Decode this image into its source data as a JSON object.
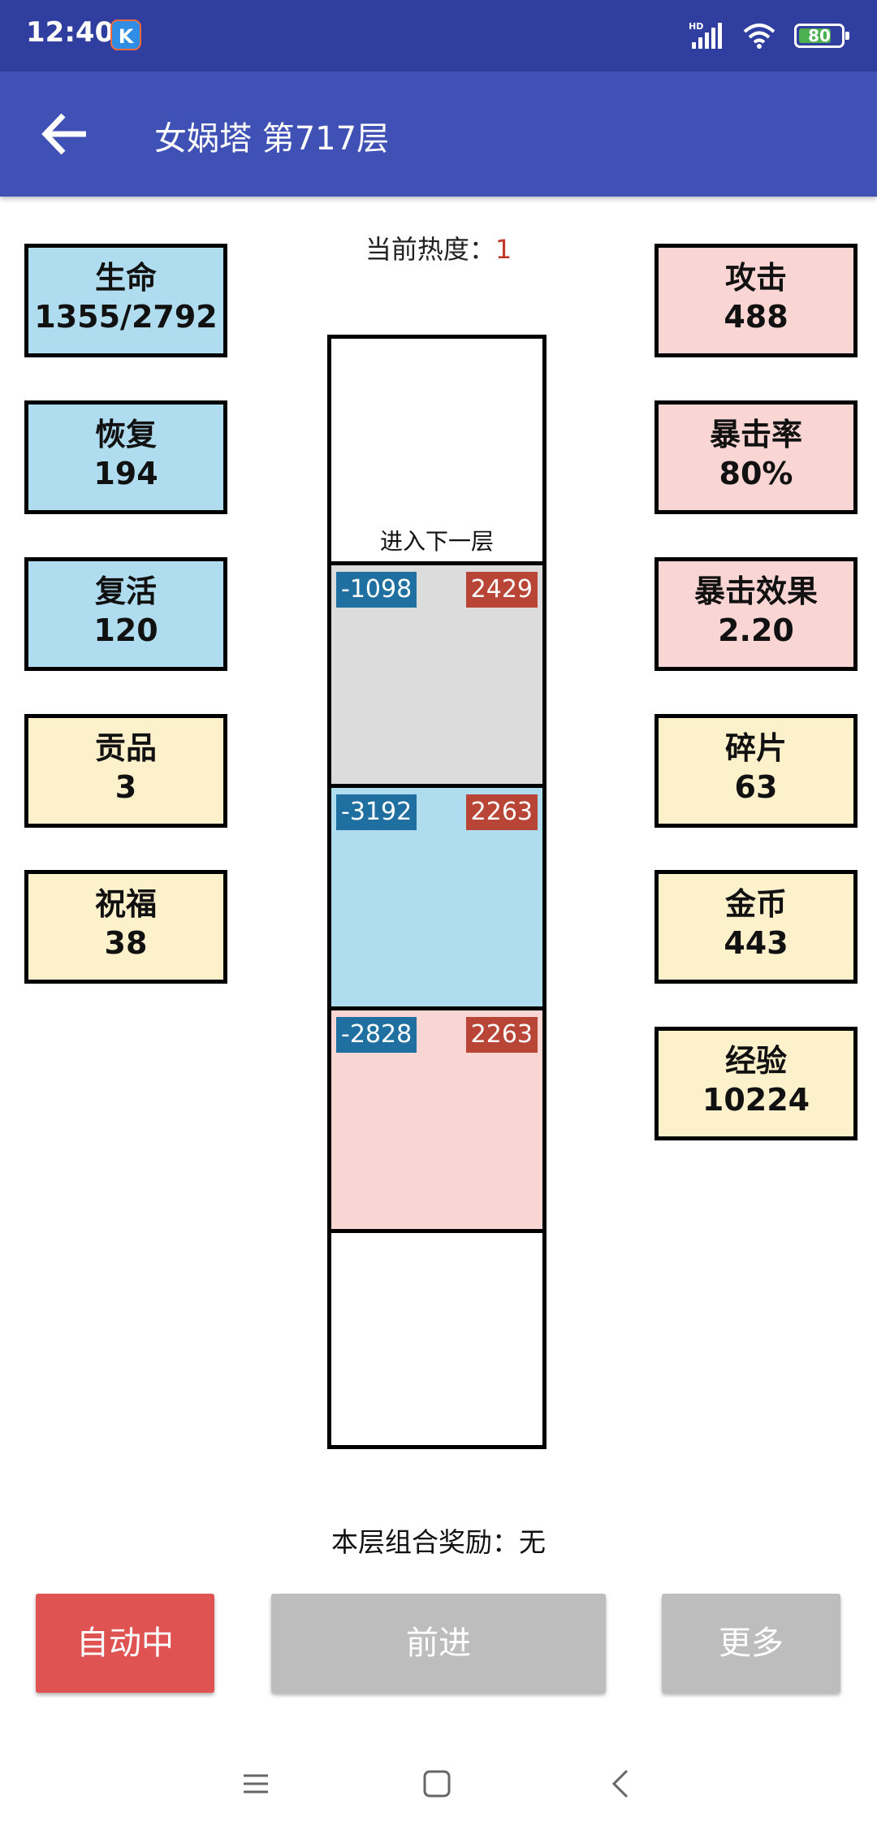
{
  "status": {
    "time": "12:40",
    "app_badge": "K",
    "network": "HD",
    "battery": "80",
    "battery_level": 0.8
  },
  "appbar": {
    "title": "女娲塔 第717层",
    "back_icon": "arrow-left-icon"
  },
  "heat": {
    "label": "当前热度：",
    "value": "1"
  },
  "left_stats": [
    {
      "label": "生命",
      "value": "1355/2792"
    },
    {
      "label": "恢复",
      "value": "194"
    },
    {
      "label": "复活",
      "value": "120"
    },
    {
      "label": "贡品",
      "value": "3"
    },
    {
      "label": "祝福",
      "value": "38"
    }
  ],
  "right_stats": [
    {
      "label": "攻击",
      "value": "488"
    },
    {
      "label": "暴击率",
      "value": "80%"
    },
    {
      "label": "暴击效果",
      "value": "2.20"
    },
    {
      "label": "碎片",
      "value": "63"
    },
    {
      "label": "金币",
      "value": "443"
    },
    {
      "label": "经验",
      "value": "10224"
    }
  ],
  "tower": {
    "next_floor": "进入下一层",
    "enemies": [
      {
        "damage": "-1098",
        "hp": "2429",
        "color": "#dcdcdc"
      },
      {
        "damage": "-3192",
        "hp": "2263",
        "color": "#b0dcef"
      },
      {
        "damage": "-2828",
        "hp": "2263",
        "color": "#f9d6d3"
      }
    ]
  },
  "combo": "本层组合奖励：无",
  "buttons": {
    "auto": "自动中",
    "forward": "前进",
    "more": "更多"
  },
  "colors": {
    "status_bar": "#303f9f",
    "app_bar": "#3f51b5",
    "auto_button": "#df5352",
    "disabled_button": "#bdbdbd"
  },
  "nav": [
    "menu-icon",
    "home-square-icon",
    "back-chevron-icon"
  ]
}
